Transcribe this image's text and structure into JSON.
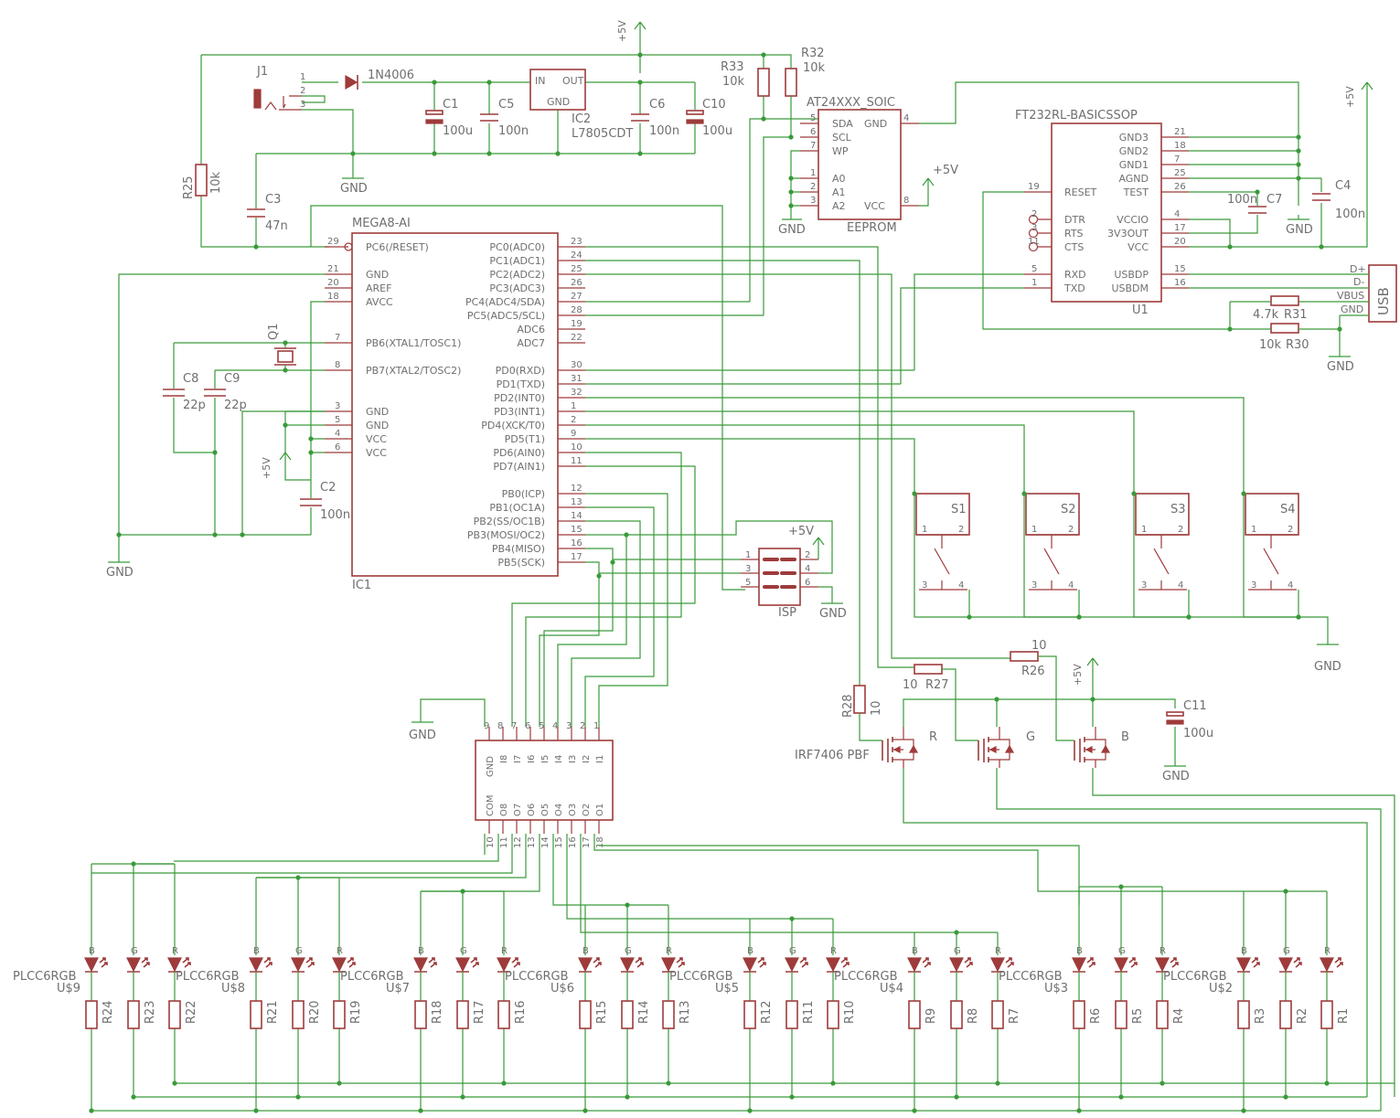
{
  "supply": {
    "vcc": "+5V",
    "gnd": "GND"
  },
  "power": {
    "j1": "J1",
    "j1_p1": "1",
    "j1_p2": "2",
    "j1_p3": "3",
    "diode": "1N4006",
    "c1": "C1",
    "c1_val": "100u",
    "c5": "C5",
    "c5_val": "100n",
    "reg_in": "IN",
    "reg_out": "OUT",
    "reg_gnd": "GND",
    "ic2": "IC2",
    "ic2_val": "L7805CDT",
    "c6": "C6",
    "c6_val": "100n",
    "c10": "C10",
    "c10_val": "100u",
    "r25": "R25",
    "r25_val": "10k",
    "c3": "C3",
    "c3_val": "47n",
    "r33": "R33",
    "r33_val": "10k",
    "r32": "R32",
    "r32_val": "10k"
  },
  "eeprom": {
    "name": "AT24XXX_SOIC",
    "value": "EEPROM",
    "pins": [
      {
        "n": "5",
        "l": "SDA"
      },
      {
        "n": "6",
        "l": "SCL"
      },
      {
        "n": "7",
        "l": "WP"
      },
      {
        "n": "1",
        "l": "A0"
      },
      {
        "n": "2",
        "l": "A1"
      },
      {
        "n": "3",
        "l": "A2"
      },
      {
        "n": "4",
        "l": "GND"
      },
      {
        "n": "8",
        "l": "VCC"
      }
    ]
  },
  "ftdi": {
    "name": "FT232RL-BASICSSOP",
    "ref": "U1",
    "right": [
      {
        "n": "21",
        "l": "GND3"
      },
      {
        "n": "18",
        "l": "GND2"
      },
      {
        "n": "7",
        "l": "GND1"
      },
      {
        "n": "25",
        "l": "AGND"
      },
      {
        "n": "26",
        "l": "TEST"
      },
      {
        "n": "4",
        "l": "VCCIO"
      },
      {
        "n": "17",
        "l": "3V3OUT"
      },
      {
        "n": "20",
        "l": "VCC"
      },
      {
        "n": "15",
        "l": "USBDP"
      },
      {
        "n": "16",
        "l": "USBDM"
      }
    ],
    "left": [
      {
        "n": "19",
        "l": "RESET"
      },
      {
        "n": "2",
        "l": "DTR"
      },
      {
        "n": "3",
        "l": "RTS"
      },
      {
        "n": "11",
        "l": "CTS"
      },
      {
        "n": "5",
        "l": "RXD"
      },
      {
        "n": "1",
        "l": "TXD"
      }
    ],
    "c7": "C7",
    "c7_val": "100n",
    "c4": "C4",
    "c4_val": "100n"
  },
  "usb": {
    "label": "USB",
    "dp": "D+",
    "dm": "D-",
    "vbus": "VBUS",
    "gnd": "GND",
    "r31": "R31",
    "r31_val": "4.7k",
    "r30": "R30",
    "r30_val": "10k"
  },
  "mcu": {
    "name": "MEGA8-AI",
    "ref": "IC1",
    "left": [
      {
        "n": "29",
        "l": "PC6(/RESET)"
      },
      {
        "n": "21",
        "l": "GND"
      },
      {
        "n": "20",
        "l": "AREF"
      },
      {
        "n": "18",
        "l": "AVCC"
      },
      {
        "n": "7",
        "l": "PB6(XTAL1/TOSC1)"
      },
      {
        "n": "8",
        "l": "PB7(XTAL2/TOSC2)"
      },
      {
        "n": "3",
        "l": "GND"
      },
      {
        "n": "5",
        "l": "GND"
      },
      {
        "n": "4",
        "l": "VCC"
      },
      {
        "n": "6",
        "l": "VCC"
      }
    ],
    "right": [
      {
        "n": "23",
        "l": "PC0(ADC0)"
      },
      {
        "n": "24",
        "l": "PC1(ADC1)"
      },
      {
        "n": "25",
        "l": "PC2(ADC2)"
      },
      {
        "n": "26",
        "l": "PC3(ADC3)"
      },
      {
        "n": "27",
        "l": "PC4(ADC4/SDA)"
      },
      {
        "n": "28",
        "l": "PC5(ADC5/SCL)"
      },
      {
        "n": "19",
        "l": "ADC6"
      },
      {
        "n": "22",
        "l": "ADC7"
      },
      {
        "n": "30",
        "l": "PD0(RXD)"
      },
      {
        "n": "31",
        "l": "PD1(TXD)"
      },
      {
        "n": "32",
        "l": "PD2(INT0)"
      },
      {
        "n": "1",
        "l": "PD3(INT1)"
      },
      {
        "n": "2",
        "l": "PD4(XCK/T0)"
      },
      {
        "n": "9",
        "l": "PD5(T1)"
      },
      {
        "n": "10",
        "l": "PD6(AIN0)"
      },
      {
        "n": "11",
        "l": "PD7(AIN1)"
      },
      {
        "n": "12",
        "l": "PB0(ICP)"
      },
      {
        "n": "13",
        "l": "PB1(OC1A)"
      },
      {
        "n": "14",
        "l": "PB2(SS/OC1B)"
      },
      {
        "n": "15",
        "l": "PB3(MOSI/OC2)"
      },
      {
        "n": "16",
        "l": "PB4(MISO)"
      },
      {
        "n": "17",
        "l": "PB5(SCK)"
      }
    ],
    "q1": "Q1",
    "c8": "C8",
    "c8_val": "22p",
    "c9": "C9",
    "c9_val": "22p",
    "c2": "C2",
    "c2_val": "100n"
  },
  "isp": {
    "label": "ISP",
    "pins": [
      "1",
      "2",
      "3",
      "4",
      "5",
      "6"
    ]
  },
  "switches": [
    "S1",
    "S2",
    "S3",
    "S4"
  ],
  "driver": {
    "top": [
      "9",
      "8",
      "7",
      "6",
      "5",
      "4",
      "3",
      "2",
      "1"
    ],
    "in": [
      "GND",
      "I8",
      "I7",
      "I6",
      "I5",
      "I4",
      "I3",
      "I2",
      "I1"
    ],
    "out": [
      "COM",
      "O8",
      "O7",
      "O6",
      "O5",
      "O4",
      "O3",
      "O2",
      "O1"
    ],
    "bottom": [
      "10",
      "11",
      "12",
      "13",
      "14",
      "15",
      "16",
      "17",
      "18"
    ]
  },
  "mosfets": {
    "r28": "R28",
    "r28_val": "10",
    "r27": "R27",
    "r27_val": "10",
    "r26": "R26",
    "r26_val": "10",
    "part": "IRF7406 PBF",
    "r": "R",
    "g": "G",
    "b": "B",
    "c11": "C11",
    "c11_val": "100u"
  },
  "leds": {
    "part": "PLCC6RGB",
    "colors": [
      "B",
      "G",
      "R"
    ],
    "groups": [
      {
        "ref": "U$9",
        "res": [
          "R24",
          "R23",
          "R22"
        ]
      },
      {
        "ref": "U$8",
        "res": [
          "R21",
          "R20",
          "R19"
        ]
      },
      {
        "ref": "U$7",
        "res": [
          "R18",
          "R17",
          "R16"
        ]
      },
      {
        "ref": "U$6",
        "res": [
          "R15",
          "R14",
          "R13"
        ]
      },
      {
        "ref": "U$5",
        "res": [
          "R12",
          "R11",
          "R10"
        ]
      },
      {
        "ref": "U$4",
        "res": [
          "R9",
          "R8",
          "R7"
        ]
      },
      {
        "ref": "U$3",
        "res": [
          "R6",
          "R5",
          "R4"
        ]
      },
      {
        "ref": "U$2",
        "res": [
          "R3",
          "R2",
          "R1"
        ]
      }
    ]
  }
}
